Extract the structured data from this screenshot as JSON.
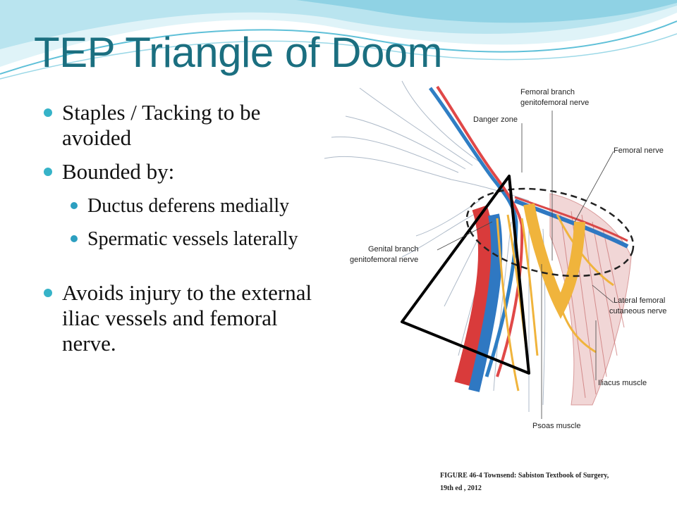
{
  "slide": {
    "title": "TEP Triangle of Doom",
    "bullets": [
      {
        "text": "Staples / Tacking to be avoided"
      },
      {
        "text": "Bounded by:"
      },
      {
        "text": "Avoids injury to the external iliac vessels and femoral nerve."
      }
    ],
    "sub_bullets": [
      {
        "text": "Ductus deferens medially"
      },
      {
        "text": "Spermatic vessels laterally"
      }
    ],
    "accent_color": "#1b6f80",
    "bullet_color": "#36b3c8"
  },
  "figure": {
    "labels": {
      "femoral_branch": "Femoral branch",
      "femoral_branch_2": "genitofemoral nerve",
      "danger_zone": "Danger zone",
      "femoral_nerve": "Femoral nerve",
      "genital_branch": "Genital branch",
      "genital_branch_2": "genitofemoral nerve",
      "lateral_femoral": "Lateral femoral",
      "lateral_femoral_2": "cutaneous nerve",
      "iliacus": "Iliacus muscle",
      "psoas": "Psoas muscle"
    },
    "caption_line1": "FIGURE 46-4 Townsend: Sabiston Textbook of Surgery,",
    "caption_line2": "19th ed , 2012"
  }
}
